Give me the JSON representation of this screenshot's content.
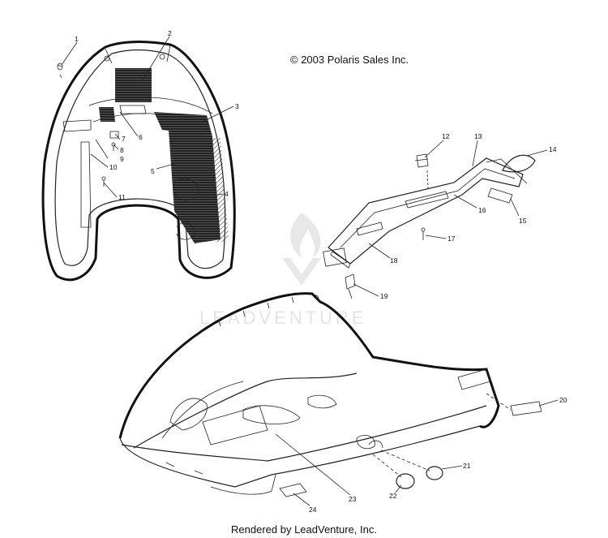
{
  "copyright": "© 2003 Polaris Sales Inc.",
  "footer": "Rendered by LeadVenture, Inc.",
  "watermark": "LEADVENTURE",
  "callouts": [
    "1",
    "2",
    "3",
    "4",
    "5",
    "6",
    "7",
    "8",
    "9",
    "10",
    "11",
    "12",
    "13",
    "14",
    "15",
    "16",
    "17",
    "18",
    "19",
    "20",
    "21",
    "22",
    "23",
    "24"
  ]
}
